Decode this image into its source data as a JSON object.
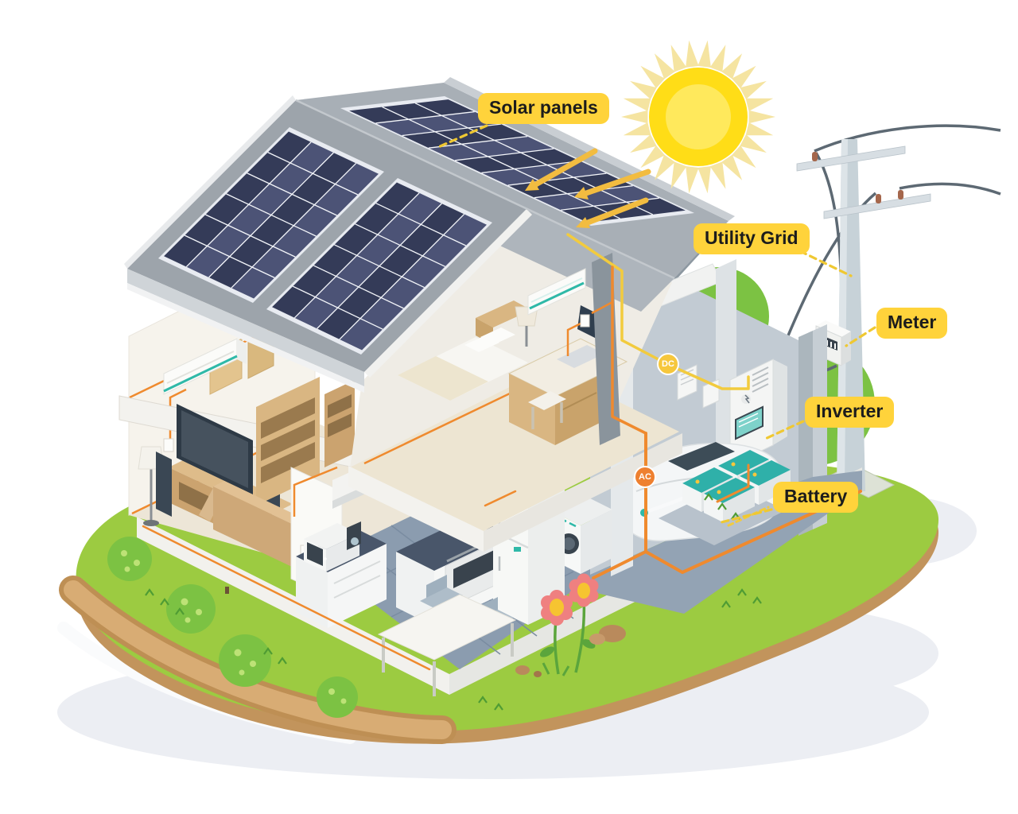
{
  "diagram": {
    "annotations": {
      "solar_panels": "Solar panels",
      "utility_grid": "Utility Grid",
      "meter": "Meter",
      "inverter": "Inverter",
      "battery": "Battery"
    },
    "wire_badges": {
      "dc": "DC",
      "ac": "AC"
    },
    "colors": {
      "label_bg": "#FFD33B",
      "label_text": "#1C1C1C",
      "leader": "#EFC832",
      "badge_dc": "#F6C73C",
      "badge_ac": "#EE8030",
      "badge_text": "#FFFFFF",
      "sun_disc": "#FFDD17",
      "sun_inner": "#FFE95C",
      "sun_rays": "#F5E4A1",
      "arrow": "#F2BC40",
      "grass": "#9CCB41",
      "dirt": "#C2945C",
      "walkway": "#D8AC74",
      "tree": "#7CC243",
      "roof": "#9DA4AB",
      "panel_cell": "#343B58",
      "panel_frame": "#E8EBF1",
      "wire_ac": "#EF8A2E",
      "wire_dc": "#F2CB3E",
      "grid_wire": "#5D6973",
      "battery_top": "#2FB0A9",
      "pole": "#C7D2D8"
    }
  }
}
